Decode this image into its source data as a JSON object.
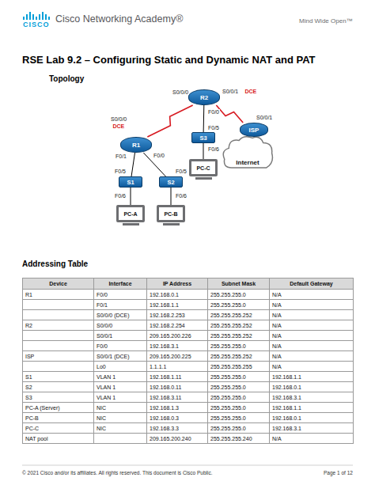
{
  "diagram": {
    "title": "RSE Lab 9.2 – Configuring Static and Dynamic NAT and PAT",
    "nodes": [
      {
        "text": [
          "R2"
        ]
      },
      {
        "text": [
          "R1"
        ]
      },
      {
        "text": [
          "S3"
        ]
      },
      {
        "text": [
          "Internet"
        ]
      },
      {
        "text": [
          "ISP"
        ]
      },
      {
        "text": [
          "S1"
        ]
      },
      {
        "text": [
          "S2"
        ]
      },
      {
        "text": [
          "PC-C"
        ]
      },
      {
        "text": [
          "PC-A"
        ]
      },
      {
        "text": [
          "PC-B"
        ]
      }
    ],
    "edges": [
      {
        "from": 0,
        "to": 1,
        "arrow": "none"
      },
      {
        "from": 0,
        "to": 4,
        "arrow": "none"
      },
      {
        "from": 0,
        "to": 2,
        "arrow": "none"
      },
      {
        "from": 1,
        "to": 5,
        "arrow": "none"
      },
      {
        "from": 1,
        "to": 6,
        "arrow": "none"
      },
      {
        "from": 2,
        "to": 7,
        "arrow": "none"
      },
      {
        "from": 5,
        "to": 8,
        "arrow": "none"
      },
      {
        "from": 6,
        "to": 9,
        "arrow": "none"
      }
    ],
    "labels": [
      "CISCO",
      "Cisco Networking Academy®",
      "Mind Wide Open™",
      "Topology",
      "S0/0/0",
      "S0/0/1",
      "DCE",
      "S0/0/0",
      "DCE",
      "F0/0",
      "F0/5",
      "S0/0/1",
      "F0/1",
      "F0/0",
      "F0/6",
      "F0/5",
      "F0/5",
      "F0/6",
      "F0/6",
      "Addressing Table",
      "Device",
      "Interface",
      "IP Address",
      "Subnet Mask",
      "Default Gateway",
      "R1",
      "F0/0",
      "192.168.0.1",
      "255.255.255.0",
      "N/A",
      "F0/1",
      "192.168.1.1",
      "255.255.255.0",
      "N/A",
      "S0/0/0 (DCE)",
      "192.168.2.253",
      "255.255.255.252",
      "N/A",
      "R2",
      "S0/0/0",
      "192.168.2.254",
      "255.255.255.252",
      "N/A",
      "S0/0/1",
      "209.165.200.226",
      "255.255.255.252",
      "N/A",
      "F0/0",
      "192.168.3.1",
      "255.255.255.0",
      "N/A",
      "ISP",
      "S0/0/1 (DCE)",
      "209.165.200.225",
      "255.255.255.252",
      "N/A",
      "Lo0",
      "1.1.1.1",
      "255.255.255.255",
      "N/A",
      "S1",
      "VLAN 1",
      "192.168.1.11",
      "255.255.255.0",
      "192.168.1.1",
      "S2",
      "VLAN 1",
      "192.168.0.11",
      "255.255.255.0",
      "192.168.0.1",
      "S3",
      "VLAN 1",
      "192.168.3.11",
      "255.255.255.0",
      "192.168.3.1",
      "PC-A (Server)",
      "NIC",
      "192.168.1.3",
      "255.255.255.0",
      "192.168.1.1",
      "PC-B",
      "NIC",
      "192.168.0.3",
      "255.255.255.0",
      "192.168.0.1",
      "PC-C",
      "NIC",
      "192.168.3.3",
      "255.255.255.0",
      "192.168.3.1",
      "NAT pool",
      "209.165.200.240",
      "255.255.255.240",
      "N/A",
      "© 2021 Cisco and/or its affiliates. All rights reserved. This document is Cisco Public.",
      "Page 1 of 12"
    ]
  }
}
